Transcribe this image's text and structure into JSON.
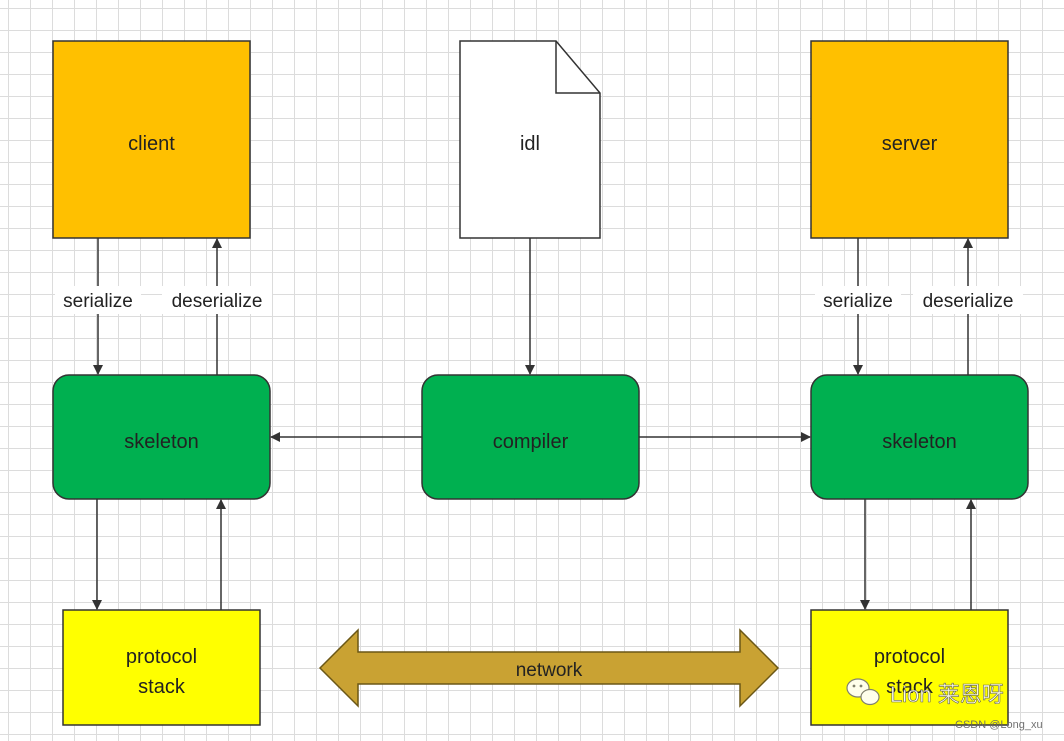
{
  "nodes": {
    "client": "client",
    "idl": "idl",
    "server": "server",
    "skeleton_left": "skeleton",
    "compiler": "compiler",
    "skeleton_right": "skeleton",
    "protocol_left_line1": "protocol",
    "protocol_left_line2": "stack",
    "protocol_right_line1": "protocol",
    "protocol_right_line2": "stack"
  },
  "edges": {
    "left_serialize": "serialize",
    "left_deserialize": "deserialize",
    "right_serialize": "serialize",
    "right_deserialize": "deserialize",
    "network": "network"
  },
  "watermark": {
    "brand": "Lion 莱恩呀",
    "credit": "CSDN @Long_xu"
  },
  "colors": {
    "orange": "#FFC000",
    "green": "#00B050",
    "yellow": "#FFFF00",
    "network_arrow": "#C9A233",
    "grid": "#DCDCDC"
  }
}
